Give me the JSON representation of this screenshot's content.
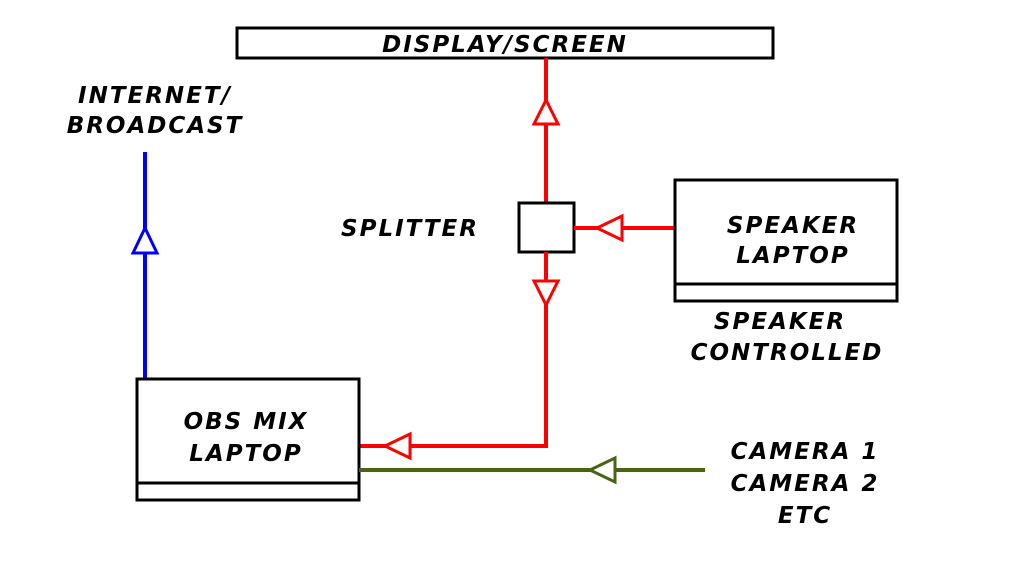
{
  "display_label": "DISPLAY/SCREEN",
  "internet_label": [
    "INTERNET/",
    "BROADCAST"
  ],
  "splitter_label": "SPLITTER",
  "speaker_laptop_label": [
    "SPEAKER",
    "LAPTOP"
  ],
  "speaker_controlled_label": [
    "SPEAKER",
    "CONTROLLED"
  ],
  "obs_laptop_label": [
    "OBS MIX",
    "LAPTOP"
  ],
  "camera_label": [
    "CAMERA 1",
    "CAMERA 2",
    "ETC"
  ],
  "colors": {
    "video_line": "#ff0000",
    "broadcast_line": "#0000ff",
    "camera_line": "#4a6414",
    "box_stroke": "#000000"
  }
}
